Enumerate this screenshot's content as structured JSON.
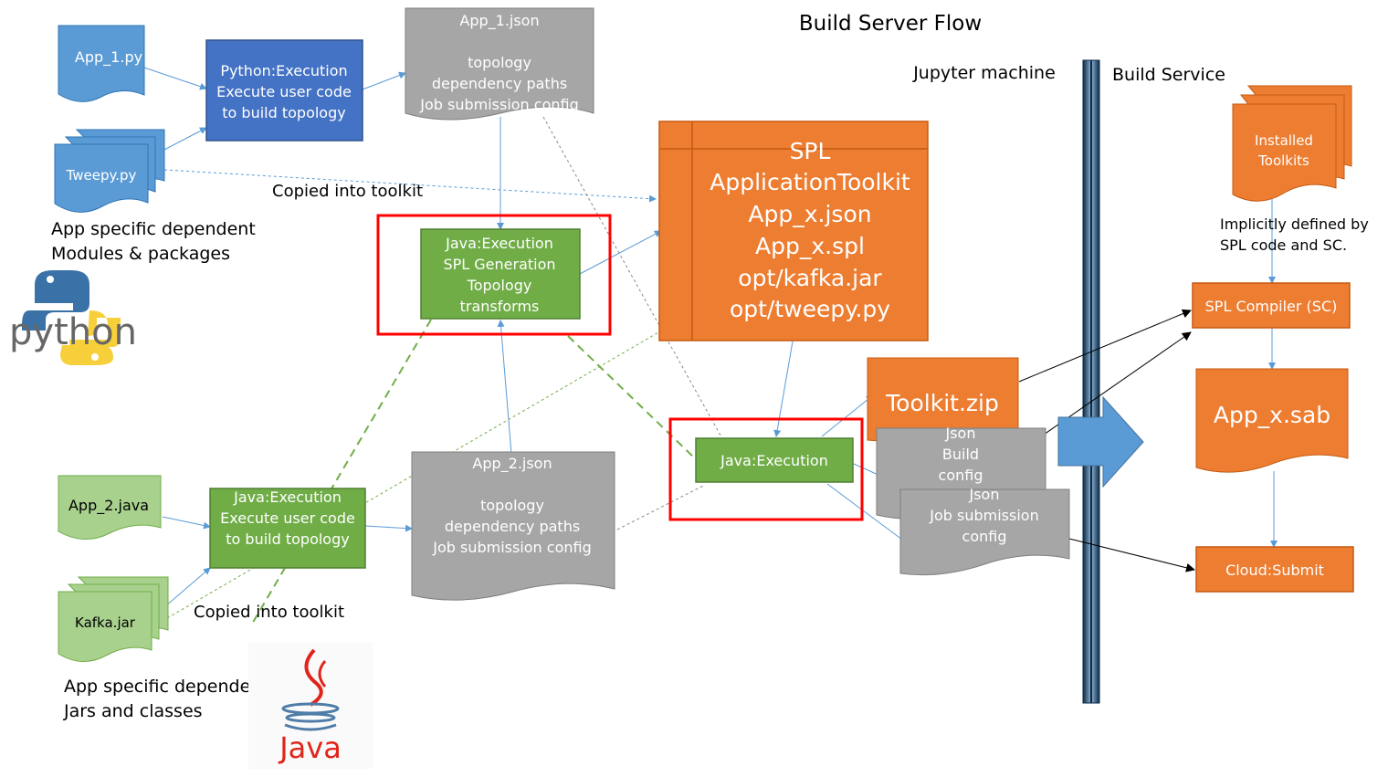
{
  "title": "Build Server Flow",
  "region_labels": {
    "jupyter": "Jupyter machine",
    "build_service": "Build Service"
  },
  "python_inputs": {
    "app_py": "App_1.py",
    "tweepy": "Tweepy.py",
    "caption": [
      "App specific dependent",
      "Modules & packages"
    ],
    "logo_text": "python"
  },
  "java_inputs": {
    "app_java": "App_2.java",
    "kafka": "Kafka.jar",
    "caption": [
      "App specific depender",
      "Jars and classes"
    ],
    "logo_text": "Java"
  },
  "python_exec": [
    "Python:Execution",
    "Execute user code",
    "to build topology"
  ],
  "java_exec_user": [
    "Java:Execution",
    "Execute user code",
    "to build topology"
  ],
  "app1_json": [
    "App_1.json",
    "",
    "topology",
    "dependency paths",
    "Job submission config"
  ],
  "app2_json": [
    "App_2.json",
    "",
    "topology",
    "dependency paths",
    "Job submission config"
  ],
  "spl_gen": [
    "Java:Execution",
    "SPL Generation",
    "Topology",
    "transforms"
  ],
  "copied_top": "Copied into toolkit",
  "copied_bottom": "Copied into toolkit",
  "toolkit_box": [
    "SPL",
    "ApplicationToolkit",
    "App_x.json",
    "App_x.spl",
    "opt/kafka.jar",
    "opt/tweepy.py"
  ],
  "java_exec_small": "Java:Execution",
  "toolkit_zip": "Toolkit.zip",
  "json_build": [
    "Json",
    "Build",
    "config"
  ],
  "json_jobsub": [
    "Json",
    "Job submission",
    "config"
  ],
  "installed_toolkits": [
    "Installed",
    "Toolkits"
  ],
  "implicit_note": [
    "Implicitly defined by",
    "SPL code and SC."
  ],
  "spl_compiler": "SPL Compiler (SC)",
  "app_sab": "App_x.sab",
  "cloud_submit": "Cloud:Submit",
  "colors": {
    "blue_doc": "#5b9bd5",
    "dark_blue": "#4472c4",
    "green": "#70ad47",
    "light_green": "#a9d18e",
    "orange": "#ed7d31",
    "gray": "#a6a6a6",
    "red": "#ff0000"
  }
}
